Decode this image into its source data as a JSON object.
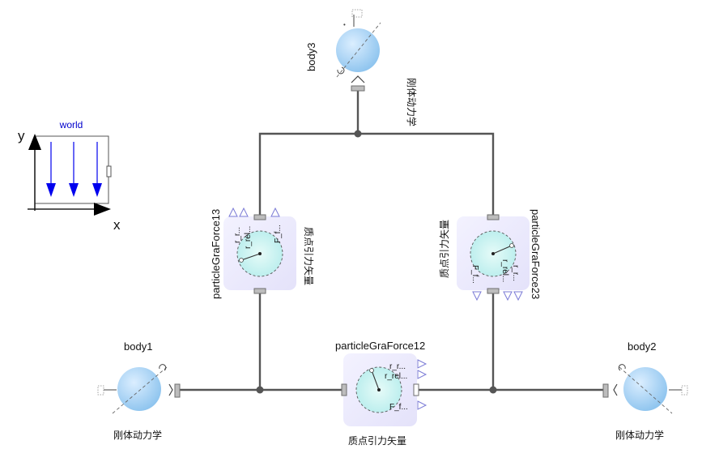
{
  "world": {
    "title": "world",
    "y_axis": "y",
    "x_axis": "x"
  },
  "components": {
    "body1": {
      "name": "body1",
      "desc": "刚体动力学"
    },
    "body2": {
      "name": "body2",
      "desc": "刚体动力学"
    },
    "body3": {
      "name": "body3",
      "desc": "刚体动力学"
    },
    "force12": {
      "name": "particleGraForce12",
      "desc": "质点引力矢量",
      "ports": [
        "r_r...",
        "r_rel...",
        "F_f..."
      ]
    },
    "force13": {
      "name": "particleGraForce13",
      "desc": "质点引力矢量",
      "ports": [
        "r_r...",
        "r_rel...",
        "F_f..."
      ]
    },
    "force23": {
      "name": "particleGraForce23",
      "desc": "质点引力矢量",
      "ports": [
        "r_r...",
        "r_rel...",
        "F_f..."
      ]
    }
  },
  "colors": {
    "wire": "#555555",
    "gravity_arrow": "#0000ee",
    "world_title": "#0000cc",
    "body_fill": "#aed3f2",
    "block_fill": "#ecebfb",
    "disk_fill": "#c8f2ec",
    "port_triangle": "#7b7bd6"
  },
  "icons": [
    "rigid-body-sphere-icon",
    "gravity-field-icon",
    "particle-gravity-force-icon"
  ]
}
